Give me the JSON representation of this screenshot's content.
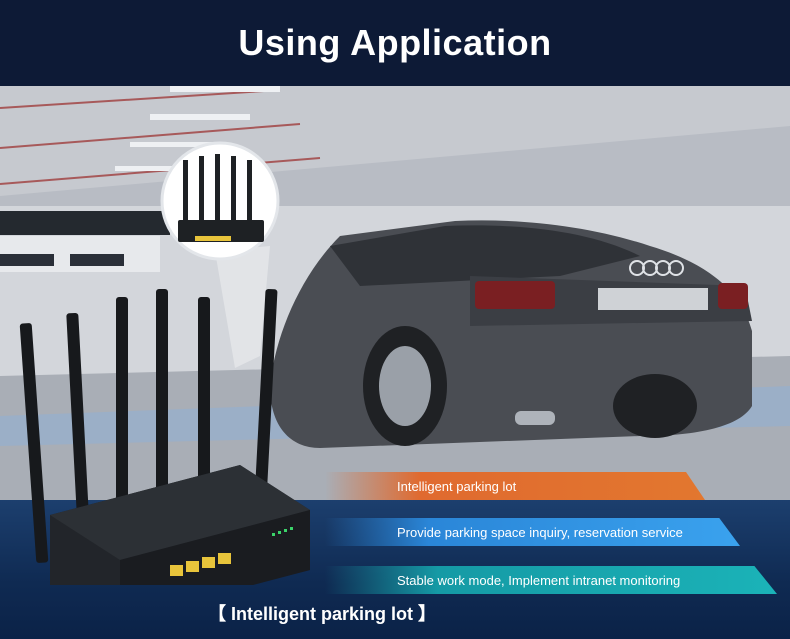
{
  "header": {
    "title": "Using Application"
  },
  "features": [
    {
      "label": "Intelligent parking lot"
    },
    {
      "label": "Provide parking space inquiry, reservation service"
    },
    {
      "label": "Stable work mode, Implement intranet monitoring"
    }
  ],
  "caption": "【 Intelligent parking lot 】",
  "colors": {
    "header_bg": "#0d1a36",
    "ribbon_orange": "#e2772f",
    "ribbon_blue": "#3aa2ee",
    "ribbon_teal": "#1bb3b8",
    "band_bg": "#0f2a52"
  }
}
